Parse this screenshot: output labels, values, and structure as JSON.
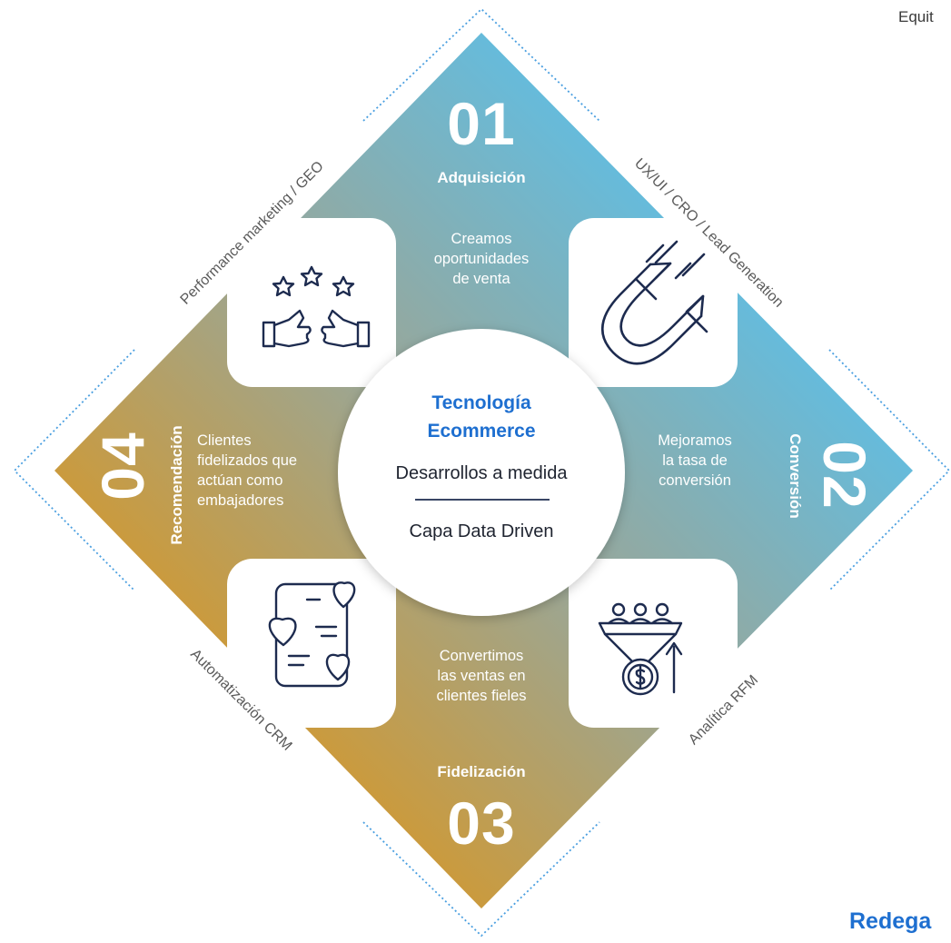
{
  "header": {
    "corner_text": "Equit"
  },
  "center": {
    "title_line1": "Tecnología",
    "title_line2": "Ecommerce",
    "line1": "Desarrollos a medida",
    "line2": "Capa Data Driven"
  },
  "steps": [
    {
      "number": "01",
      "title": "Adquisición",
      "desc": [
        "Creamos",
        "oportunidades",
        "de venta"
      ]
    },
    {
      "number": "02",
      "title": "Conversión",
      "desc": [
        "Mejoramos",
        "la tasa de",
        "conversión"
      ]
    },
    {
      "number": "03",
      "title": "Fidelización",
      "desc": [
        "Convertimos",
        "las ventas en",
        "clientes fieles"
      ]
    },
    {
      "number": "04",
      "title": "Recomendación",
      "desc": [
        "Clientes",
        "fidelizados que",
        "actúan como",
        "embajadores"
      ]
    }
  ],
  "edge_labels": {
    "top_left": "Performance marketing / GEO",
    "top_right": "UX/UI / CRO / Lead Generation",
    "bottom_right": "Analítica RFM",
    "bottom_left": "Automatización CRM"
  },
  "icons": [
    "stars-thumbs-up-icon",
    "magnet-icon",
    "phone-hearts-icon",
    "funnel-dollar-icon"
  ],
  "colors": {
    "blue": "#5bbde6",
    "gold": "#d49a2c",
    "accent": "#1e6fd0",
    "navy": "#1d2b4f"
  },
  "logo": {
    "text": "Redega"
  }
}
